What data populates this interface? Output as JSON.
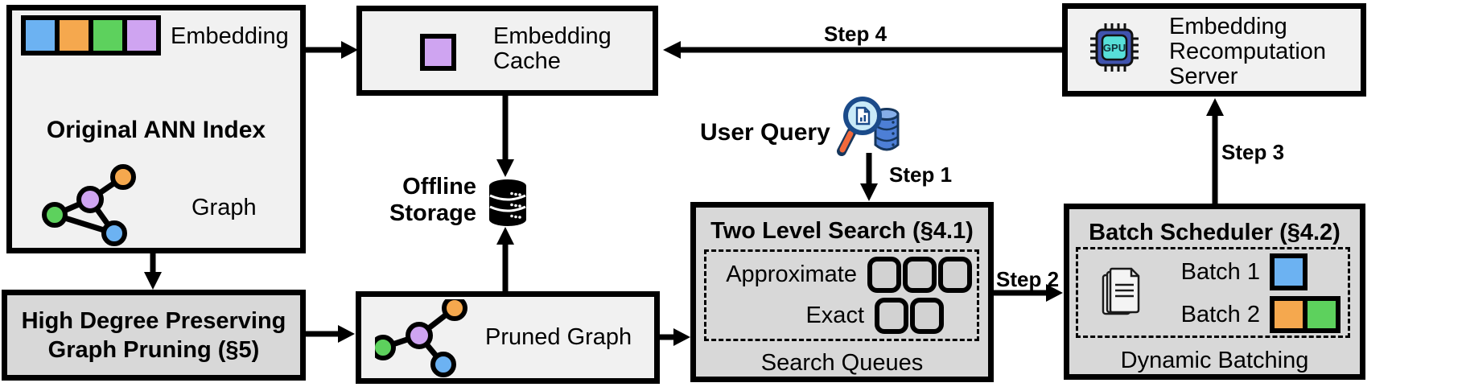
{
  "colors": {
    "canvas_bg": "#ffffff",
    "box_light": "#f1f1f1",
    "box_dark": "#d8d8d8",
    "node_blue": "#6cb2f2",
    "node_orange": "#f5a84e",
    "node_green": "#5dd15d",
    "node_purple": "#cfa4f1",
    "gpu_chip": "#4053ae",
    "gpu_core": "#57dfd8",
    "query_db": "#4d7fd6",
    "query_db_light": "#85aee8",
    "query_lens": "#c9eaf8",
    "query_rim": "#1b4b8a",
    "query_handle": "#f2693c"
  },
  "ann_index": {
    "title": "Original ANN Index",
    "embedding_label": "Embedding",
    "graph_label": "Graph",
    "embedding_squares": [
      "#6cb2f2",
      "#f5a84e",
      "#5dd15d",
      "#cfa4f1"
    ]
  },
  "embedding_cache": {
    "label": "Embedding Cache"
  },
  "offline_storage": {
    "line1": "Offline",
    "line2": "Storage"
  },
  "pruning": {
    "line1": "High Degree Preserving",
    "line2": "Graph Pruning (§5)"
  },
  "pruned_graph": {
    "label": "Pruned Graph"
  },
  "two_level_search": {
    "title": "Two Level Search (§4.1)",
    "approximate_label": "Approximate",
    "exact_label": "Exact",
    "caption": "Search Queues",
    "approximate_slots": 3,
    "exact_slots": 2
  },
  "batch_scheduler": {
    "title": "Batch Scheduler (§4.2)",
    "batch1_label": "Batch 1",
    "batch2_label": "Batch 2",
    "caption": "Dynamic Batching",
    "batch1_colors": [
      "#6cb2f2"
    ],
    "batch2_colors": [
      "#f5a84e",
      "#5dd15d"
    ]
  },
  "server": {
    "label": "Embedding Recomputation Server",
    "gpu_text": "GPU"
  },
  "user_query": {
    "label": "User Query"
  },
  "steps": {
    "step1": "Step 1",
    "step2": "Step 2",
    "step3": "Step 3",
    "step4": "Step 4"
  }
}
